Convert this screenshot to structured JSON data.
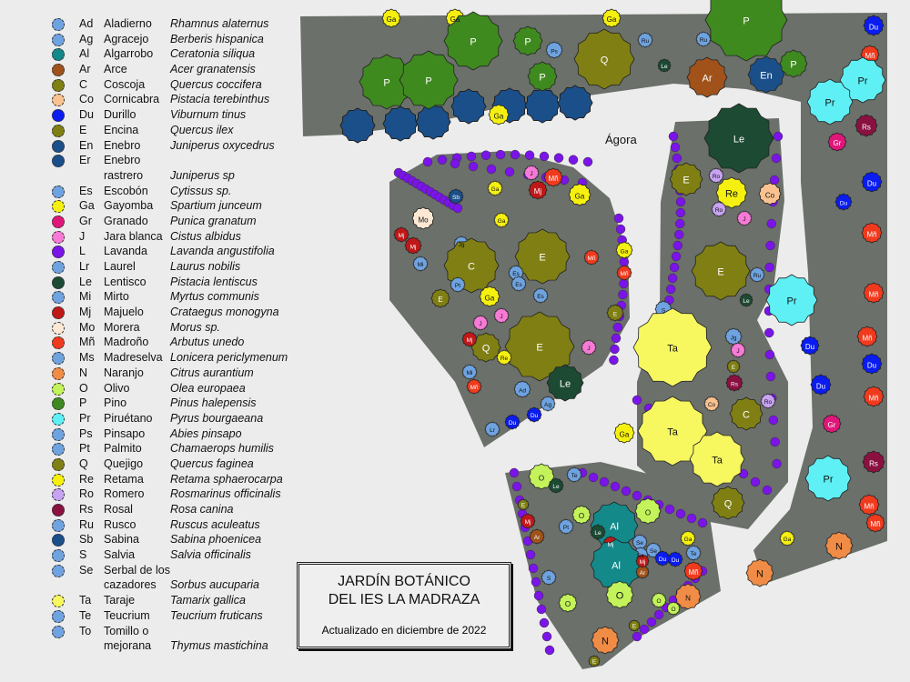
{
  "legend": [
    {
      "code": "Ad",
      "name": "Aladierno",
      "sci": "Rhamnus alaternus",
      "color": "#6fa3e0"
    },
    {
      "code": "Ag",
      "name": "Agracejo",
      "sci": "Berberis hispanica",
      "color": "#6fa3e0"
    },
    {
      "code": "Al",
      "name": "Algarrobo",
      "sci": "Ceratonia siliqua",
      "color": "#13898a"
    },
    {
      "code": "Ar",
      "name": "Arce",
      "sci": "Acer granatensis",
      "color": "#a0521a"
    },
    {
      "code": "C",
      "name": "Coscoja",
      "sci": "Quercus coccifera",
      "color": "#7f7f14"
    },
    {
      "code": "Co",
      "name": "Cornicabra",
      "sci": "Pistacia terebinthus",
      "color": "#f9c28f"
    },
    {
      "code": "Du",
      "name": "Durillo",
      "sci": "Viburnum tinus",
      "color": "#0a1cf0"
    },
    {
      "code": "E",
      "name": "Encina",
      "sci": "Quercus ilex",
      "color": "#7f7f14"
    },
    {
      "code": "En",
      "name": "Enebro",
      "sci": "Juniperus  oxycedrus",
      "color": "#1b4f8a"
    },
    {
      "code": "Er",
      "name": "Enebro",
      "sci": "",
      "color": "#1b4f8a"
    },
    {
      "code": "",
      "name": "rastrero",
      "sci": "Juniperus sp",
      "color": ""
    },
    {
      "code": "Es",
      "name": "Escobón",
      "sci": "Cytissus sp.",
      "color": "#6fa3e0"
    },
    {
      "code": "Ga",
      "name": "Gayomba",
      "sci": "Spartium junceum",
      "color": "#f5f010"
    },
    {
      "code": "Gr",
      "name": "Granado",
      "sci": "Punica granatum",
      "color": "#e0167a"
    },
    {
      "code": "J",
      "name": "Jara blanca",
      "sci": "Cistus albidus",
      "color": "#f77ad6"
    },
    {
      "code": "L",
      "name": "Lavanda",
      "sci": "Lavanda angustifolia",
      "color": "#7a14e8"
    },
    {
      "code": "Lr",
      "name": "Laurel",
      "sci": "Laurus nobilis",
      "color": "#6fa3e0"
    },
    {
      "code": "Le",
      "name": "Lentisco",
      "sci": "Pistacia lentiscus",
      "color": "#1c4a33"
    },
    {
      "code": "Mi",
      "name": "Mirto",
      "sci": "Myrtus communis",
      "color": "#6fa3e0"
    },
    {
      "code": "Mj",
      "name": "Majuelo",
      "sci": "Crataegus monogyna",
      "color": "#c01818"
    },
    {
      "code": "Mo",
      "name": "Morera",
      "sci": "Morus sp.",
      "color": "#fce8d4"
    },
    {
      "code": "Mñ",
      "name": "Madroño",
      "sci": "Arbutus unedo",
      "color": "#f03a1e"
    },
    {
      "code": "Ms",
      "name": "Madreselva",
      "sci": "Lonicera periclymenum",
      "color": "#6fa3e0"
    },
    {
      "code": "N",
      "name": "Naranjo",
      "sci": "Citrus aurantium",
      "color": "#f08c46"
    },
    {
      "code": "O",
      "name": "Olivo",
      "sci": "Olea europaea",
      "color": "#c3f25a"
    },
    {
      "code": "P",
      "name": "Pino",
      "sci": "Pinus halepensis",
      "color": "#3f8a1f"
    },
    {
      "code": "Pr",
      "name": "Piruétano",
      "sci": "Pyrus bourgaeana",
      "color": "#5ef0f5"
    },
    {
      "code": "Ps",
      "name": "Pinsapo",
      "sci": "Abies pinsapo",
      "color": "#6fa3e0"
    },
    {
      "code": "Pt",
      "name": "Palmito",
      "sci": "Chamaerops humilis",
      "color": "#6fa3e0"
    },
    {
      "code": "Q",
      "name": "Quejigo",
      "sci": "Quercus faginea",
      "color": "#7f7f14"
    },
    {
      "code": "Re",
      "name": "Retama",
      "sci": "Retama sphaerocarpa",
      "color": "#f5f010"
    },
    {
      "code": "Ro",
      "name": "Romero",
      "sci": "Rosmarinus officinalis",
      "color": "#c7a3f2"
    },
    {
      "code": "Rs",
      "name": "Rosal",
      "sci": "Rosa canina",
      "color": "#8a1040"
    },
    {
      "code": "Ru",
      "name": "Rusco",
      "sci": "Ruscus aculeatus",
      "color": "#6fa3e0"
    },
    {
      "code": "Sb",
      "name": "Sabina",
      "sci": "Sabina phoenicea",
      "color": "#1b4f8a"
    },
    {
      "code": "S",
      "name": "Salvia",
      "sci": "Salvia officinalis",
      "color": "#6fa3e0"
    },
    {
      "code": "Se",
      "name": "Serbal de los",
      "sci": "",
      "color": "#6fa3e0"
    },
    {
      "code": "",
      "name": "cazadores",
      "sci": "Sorbus aucuparia",
      "color": ""
    },
    {
      "code": "Ta",
      "name": "Taraje",
      "sci": "Tamarix gallica",
      "color": "#f7f760"
    },
    {
      "code": "Te",
      "name": "Teucrium",
      "sci": "Teucrium fruticans",
      "color": "#6fa3e0"
    },
    {
      "code": "To",
      "name": "Tomillo o",
      "sci": "",
      "color": "#6fa3e0"
    },
    {
      "code": "",
      "name": "mejorana",
      "sci": "Thymus mastichina",
      "color": ""
    }
  ],
  "title": {
    "line1": "JARDÍN BOTÁNICO",
    "line2": "DEL IES LA MADRAZA",
    "updated": "Actualizado en diciembre de 2022"
  },
  "map": {
    "agora_label": "Ágora",
    "path_color": "#6b706a",
    "markers": [
      "Ga",
      "Ga",
      "Ga",
      "P",
      "P",
      "Ps",
      "Q",
      "Ru",
      "Le",
      "P",
      "Ru",
      "Ar",
      "En",
      "P",
      "P",
      "P",
      "P",
      "Ga",
      "Du",
      "Mñ",
      "Pr",
      "Pr",
      "Rs",
      "Gr",
      "Du",
      "Du",
      "Mñ",
      "Pr",
      "Mñ",
      "Du",
      "Mñ",
      "Du",
      "Du",
      "Mñ",
      "Gr",
      "Rs",
      "Pr",
      "Mñ",
      "Mñ",
      "Ga",
      "N",
      "N",
      "Le",
      "E",
      "Ro",
      "Re",
      "Co",
      "Ro",
      "J",
      "E",
      "Ru",
      "Le",
      "S",
      "Ta",
      "Jg",
      "J",
      "E",
      "Rs",
      "Ro",
      "Co",
      "C",
      "Ta",
      "Ga",
      "Ta",
      "Q",
      "Ga",
      "Ga",
      "Ga",
      "J",
      "Mñ",
      "Mj",
      "Sb",
      "Mo",
      "Mj",
      "Mj",
      "Mi",
      "Jg",
      "C",
      "E",
      "Ga",
      "Mñ",
      "Mñ",
      "E",
      "Pt",
      "Es",
      "Es",
      "Ga",
      "Es",
      "J",
      "J",
      "E",
      "Q",
      "Mj",
      "Re",
      "Mi",
      "Mñ",
      "Le",
      "Ad",
      "Ag",
      "Du",
      "Du",
      "Lr",
      "J",
      "E",
      "O",
      "Le",
      "Te",
      "E",
      "O",
      "Al",
      "O",
      "Mj",
      "Ar",
      "Pt",
      "Le",
      "Mj",
      "Se",
      "Se",
      "Se",
      "Al",
      "Ar",
      "Mj",
      "Du",
      "Te",
      "Ga",
      "Mñ",
      "S",
      "Du",
      "O",
      "O",
      "N",
      "O",
      "O",
      "E",
      "N",
      "E"
    ]
  }
}
